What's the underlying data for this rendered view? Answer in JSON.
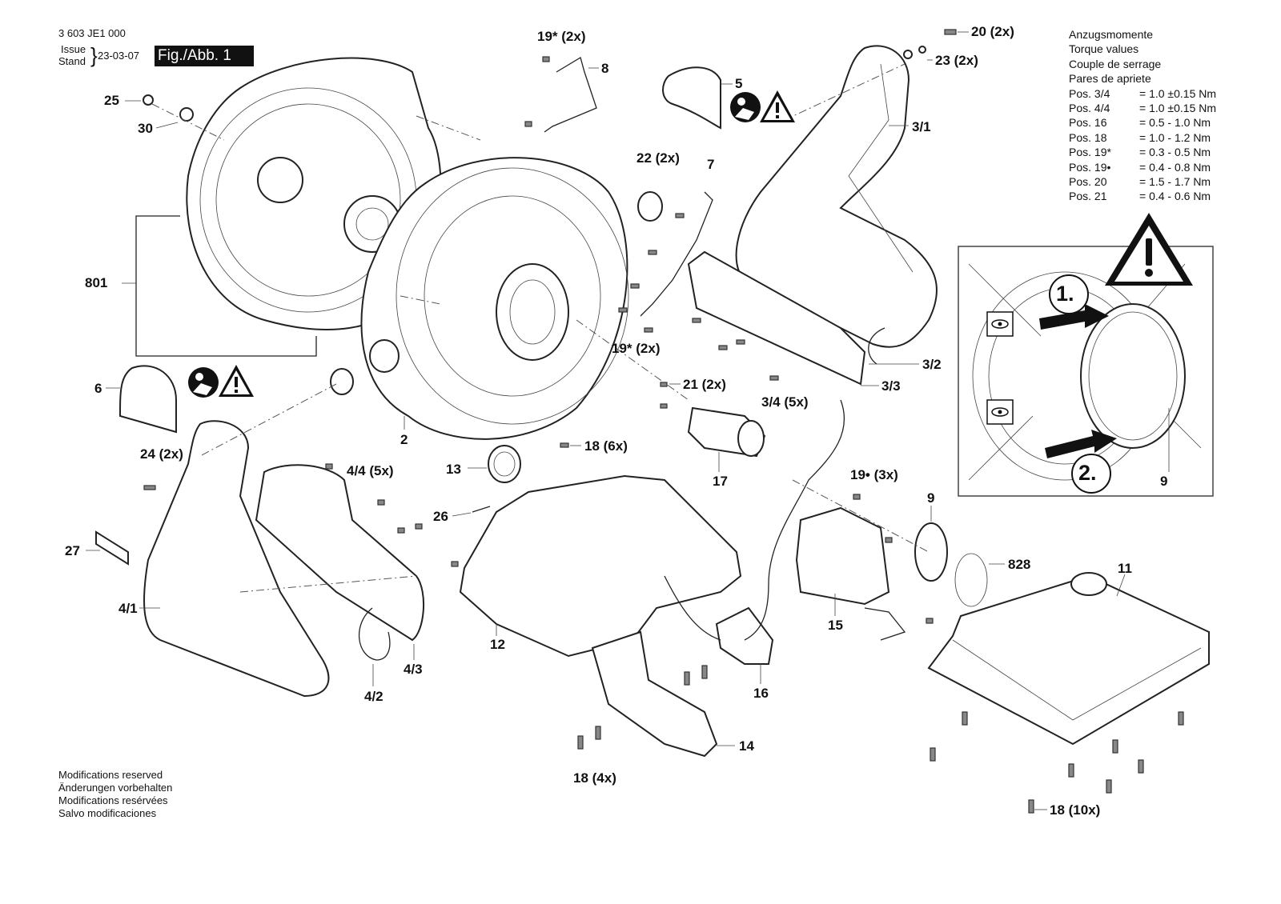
{
  "header": {
    "part_number": "3 603 JE1 000",
    "issue_label": "Issue",
    "stand_label": "Stand",
    "brace": "}",
    "date": "23-03-07",
    "figure": "Fig./Abb. 1"
  },
  "torque": {
    "titles": [
      "Anzugsmomente",
      "Torque values",
      "Couple de serrage",
      "Pares de apriete"
    ],
    "rows": [
      {
        "pos": "Pos. 3/4",
        "value": "= 1.0 ±0.15 Nm"
      },
      {
        "pos": "Pos. 4/4",
        "value": "= 1.0 ±0.15 Nm"
      },
      {
        "pos": "Pos. 16",
        "value": "= 0.5 - 1.0 Nm"
      },
      {
        "pos": "Pos. 18",
        "value": "= 1.0 - 1.2 Nm"
      },
      {
        "pos": "Pos. 19*",
        "value": "= 0.3 - 0.5 Nm"
      },
      {
        "pos": "Pos. 19•",
        "value": "= 0.4 - 0.8 Nm"
      },
      {
        "pos": "Pos. 20",
        "value": "= 1.5 - 1.7 Nm"
      },
      {
        "pos": "Pos. 21",
        "value": "= 0.4 - 0.6 Nm"
      }
    ]
  },
  "callouts": {
    "c19a": "19* (2x)",
    "c8": "8",
    "c5": "5",
    "c20": "20 (2x)",
    "c23": "23 (2x)",
    "c25": "25",
    "c30": "30",
    "c31": "3/1",
    "c22": "22 (2x)",
    "c7": "7",
    "c801": "801",
    "c19b": "19* (2x)",
    "c32": "3/2",
    "c33": "3/3",
    "c21": "21 (2x)",
    "c34": "3/4 (5x)",
    "c6": "6",
    "c2": "2",
    "c18a": "18 (6x)",
    "c24": "24 (2x)",
    "c44": "4/4 (5x)",
    "c13": "13",
    "c17": "17",
    "c19c": "19• (3x)",
    "c9a": "9",
    "c26": "26",
    "c27": "27",
    "c828": "828",
    "c11": "11",
    "c41": "4/1",
    "c12": "12",
    "c15": "15",
    "c43": "4/3",
    "c16": "16",
    "c42": "4/2",
    "c14": "14",
    "c18b": "18 (4x)",
    "c18c": "18 (10x)",
    "c9b": "9",
    "step1": "1.",
    "step2": "2."
  },
  "footer": [
    "Modifications reserved",
    "Änderungen vorbehalten",
    "Modifications resérvées",
    "Salvo modificaciones"
  ],
  "icons": [
    "manual-icon",
    "warning-icon",
    "eye-icon"
  ]
}
